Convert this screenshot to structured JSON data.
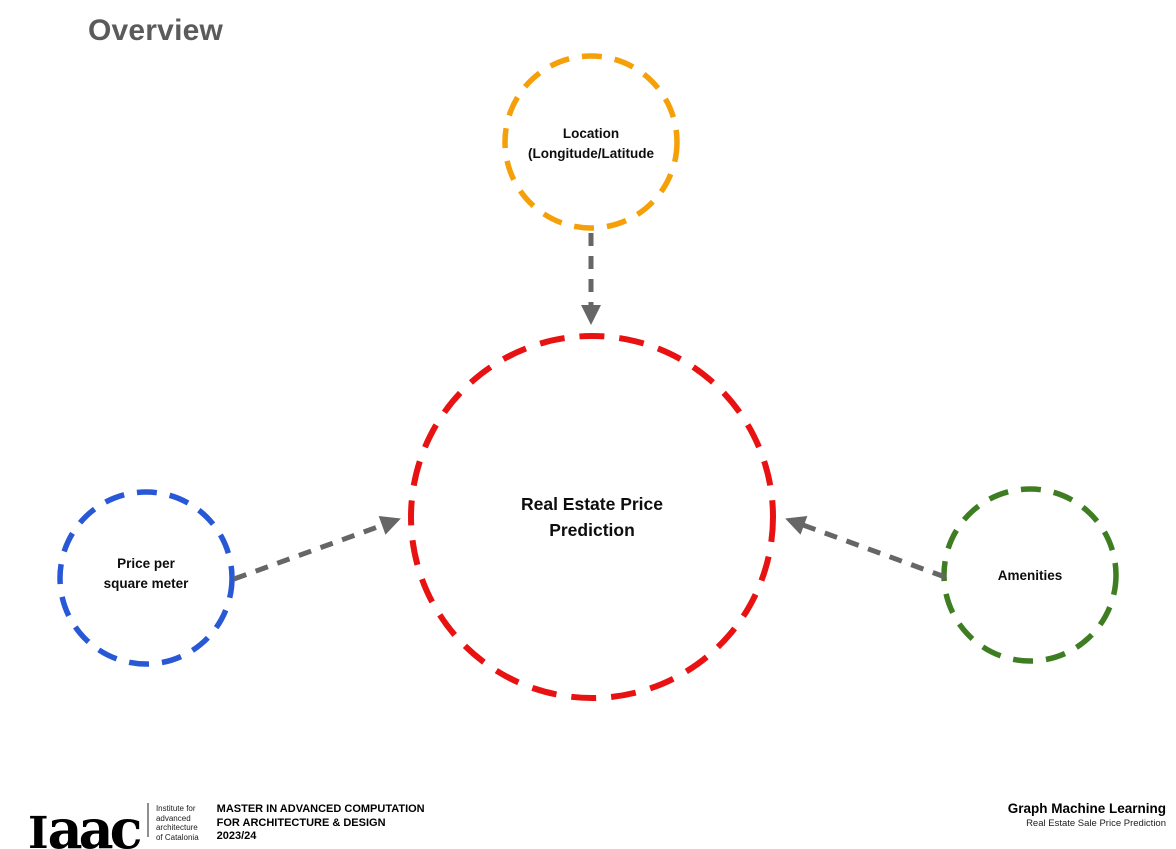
{
  "title": "Overview",
  "diagram": {
    "arrow_color": "#666666",
    "nodes": {
      "location": {
        "line1": "Location",
        "line2": "(Longitude/Latitude",
        "color": "#F5A009"
      },
      "center": {
        "line1": "Real Estate Price",
        "line2": "Prediction",
        "color": "#E81212"
      },
      "price": {
        "line1": "Price per",
        "line2": "square meter",
        "color": "#2858D6"
      },
      "amenities": {
        "line1": "Amenities",
        "color": "#3F7D22"
      }
    }
  },
  "footer": {
    "logo_i": "I",
    "logo_aac": "aac",
    "institute": {
      "line1": "Institute for",
      "line2": "advanced",
      "line3": "architecture",
      "line4": "of Catalonia"
    },
    "program": {
      "line1": "MASTER IN ADVANCED COMPUTATION",
      "line2": "FOR ARCHITECTURE & DESIGN",
      "line3": "2023/24"
    },
    "course_title": "Graph Machine Learning",
    "course_subtitle": "Real Estate Sale Price Prediction"
  }
}
